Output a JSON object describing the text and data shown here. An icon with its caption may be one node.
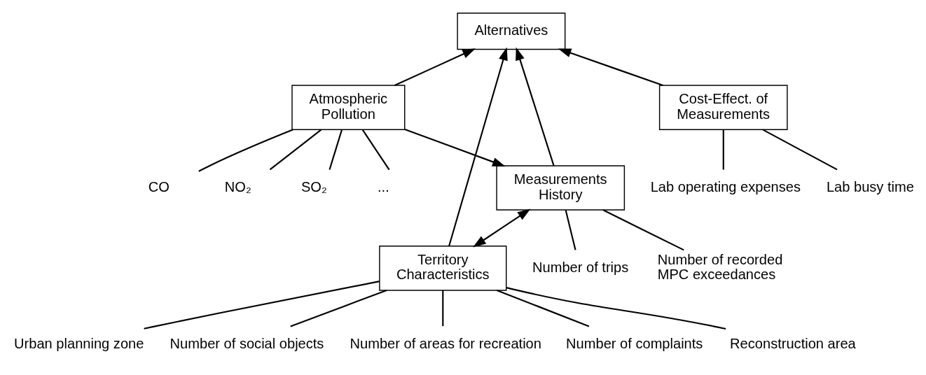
{
  "diagram": {
    "nodes": [
      {
        "text": [
          "Alternatives"
        ]
      },
      {
        "text": [
          "Atmospheric Pollution"
        ]
      },
      {
        "text": [
          "Territory Characteristics"
        ]
      },
      {
        "text": [
          "CO"
        ]
      },
      {
        "text": [
          "NO₂"
        ]
      },
      {
        "text": [
          "SO₂"
        ]
      },
      {
        "text": [
          "..."
        ]
      },
      {
        "text": [
          "Cost-Effect. of Measurements"
        ]
      },
      {
        "text": [
          "Measurements History"
        ]
      },
      {
        "text": [
          "Urban planning zone"
        ]
      },
      {
        "text": [
          "Number of social objects"
        ]
      },
      {
        "text": [
          "Number of areas for recreation"
        ]
      },
      {
        "text": [
          "Number of complaints"
        ]
      },
      {
        "text": [
          "Reconstruction area"
        ]
      },
      {
        "text": [
          "Lab operating expenses"
        ]
      },
      {
        "text": [
          "Lab busy time"
        ]
      },
      {
        "text": [
          "Number of recorded MPC exceedances"
        ]
      },
      {
        "text": [
          "Number of trips"
        ]
      }
    ],
    "edges": [
      {
        "from": 1,
        "to": 0,
        "arrow": "to"
      },
      {
        "from": 2,
        "to": 0,
        "arrow": "to"
      },
      {
        "from": 7,
        "to": 0,
        "arrow": "to"
      },
      {
        "from": 8,
        "to": 0,
        "arrow": "to"
      },
      {
        "from": 1,
        "to": 8,
        "arrow": "to"
      },
      {
        "from": 8,
        "to": 2,
        "arrow": "both"
      },
      {
        "from": 1,
        "to": 3,
        "arrow": "none"
      },
      {
        "from": 1,
        "to": 4,
        "arrow": "none"
      },
      {
        "from": 1,
        "to": 5,
        "arrow": "none"
      },
      {
        "from": 1,
        "to": 6,
        "arrow": "none"
      },
      {
        "from": 2,
        "to": 9,
        "arrow": "none"
      },
      {
        "from": 2,
        "to": 10,
        "arrow": "none"
      },
      {
        "from": 2,
        "to": 11,
        "arrow": "none"
      },
      {
        "from": 2,
        "to": 12,
        "arrow": "none"
      },
      {
        "from": 2,
        "to": 13,
        "arrow": "none"
      },
      {
        "from": 7,
        "to": 14,
        "arrow": "none"
      },
      {
        "from": 7,
        "to": 15,
        "arrow": "none"
      },
      {
        "from": 8,
        "to": 16,
        "arrow": "none"
      },
      {
        "from": 8,
        "to": 17,
        "arrow": "none"
      }
    ]
  }
}
